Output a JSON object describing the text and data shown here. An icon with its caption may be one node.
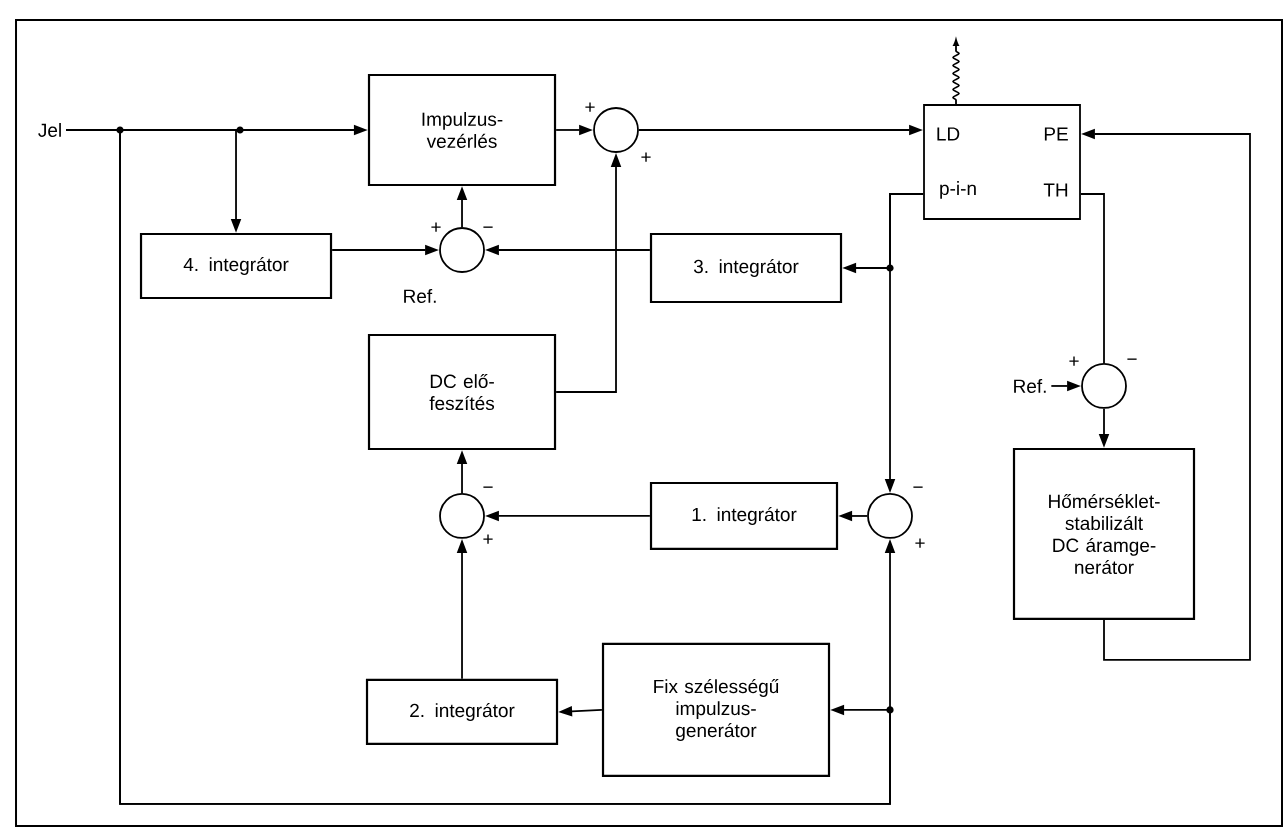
{
  "diagram": {
    "nodes": [
      {
        "text": [
          "Jel"
        ]
      },
      {
        "text": [
          "Impulzus- vezérlés"
        ]
      },
      {
        "text": [],
        "shape": "circle",
        "beside": [
          "+",
          "+"
        ]
      },
      {
        "text": [
          "LD",
          "PE",
          "p-i-n",
          "TH"
        ]
      },
      {
        "text": [
          "4. integrátor"
        ]
      },
      {
        "text": [],
        "shape": "circle",
        "beside": [
          "+",
          "−",
          "Ref."
        ]
      },
      {
        "text": [
          "3. integrátor"
        ]
      },
      {
        "text": [
          "DC elő- feszítés"
        ]
      },
      {
        "text": [],
        "shape": "circle",
        "beside": [
          "−",
          "+"
        ]
      },
      {
        "text": [
          "1. integrátor"
        ]
      },
      {
        "text": [],
        "shape": "circle",
        "beside": [
          "−",
          "+"
        ]
      },
      {
        "text": [
          "Ref."
        ]
      },
      {
        "text": [],
        "shape": "circle",
        "beside": [
          "+",
          "−"
        ]
      },
      {
        "text": [
          "Hőmérséklet- stabilizált DC áramge- nerátor"
        ]
      },
      {
        "text": [
          "2. integrátor"
        ]
      },
      {
        "text": [
          "Fix szélességű impulzus- generátor"
        ]
      }
    ],
    "edges": [
      {
        "from": 0,
        "to": 1,
        "arrow": "to"
      },
      {
        "from": 0,
        "to": 4,
        "arrow": "to"
      },
      {
        "from": 0,
        "to": 15,
        "arrow": "to"
      },
      {
        "from": 0,
        "to": 10,
        "arrow": "to"
      },
      {
        "from": 1,
        "to": 2,
        "arrow": "to"
      },
      {
        "from": 2,
        "to": 3,
        "arrow": "to"
      },
      {
        "from": 4,
        "to": 5,
        "arrow": "to"
      },
      {
        "from": 6,
        "to": 5,
        "arrow": "to"
      },
      {
        "from": 5,
        "to": 1,
        "arrow": "to"
      },
      {
        "from": 7,
        "to": 2,
        "arrow": "to"
      },
      {
        "from": 8,
        "to": 7,
        "arrow": "to"
      },
      {
        "from": 9,
        "to": 8,
        "arrow": "to"
      },
      {
        "from": 10,
        "to": 9,
        "arrow": "to"
      },
      {
        "from": 14,
        "to": 8,
        "arrow": "to"
      },
      {
        "from": 15,
        "to": 14,
        "arrow": "to"
      },
      {
        "from": 3,
        "to": 6,
        "arrow": "to"
      },
      {
        "from": 3,
        "to": 10,
        "arrow": "to"
      },
      {
        "from": 3,
        "to": 12,
        "arrow": "none"
      },
      {
        "from": 11,
        "to": 12,
        "arrow": "to"
      },
      {
        "from": 12,
        "to": 13,
        "arrow": "to"
      },
      {
        "from": 13,
        "to": 3,
        "arrow": "to"
      }
    ]
  }
}
